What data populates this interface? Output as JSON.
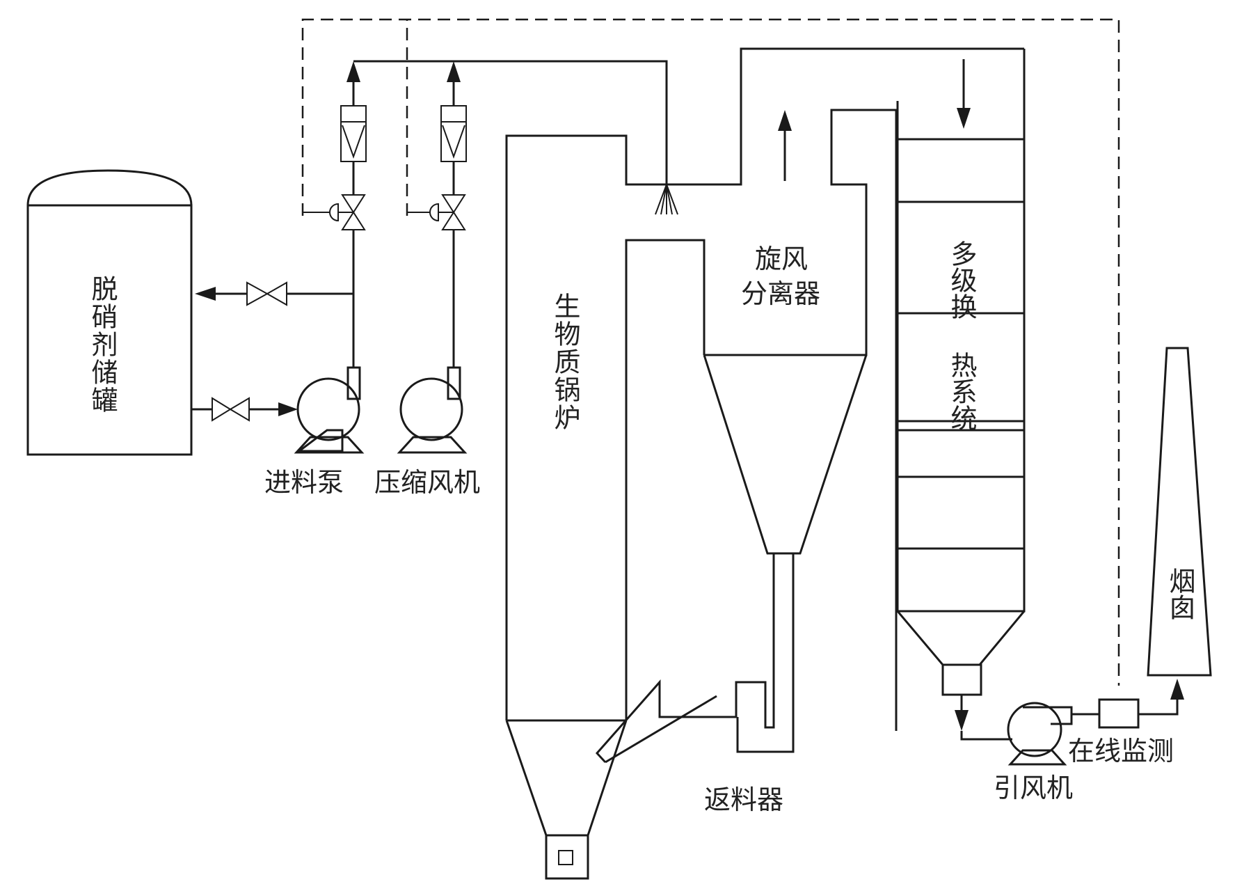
{
  "colors": {
    "stroke": "#1a1a1a",
    "text": "#222222",
    "background": "#ffffff"
  },
  "labels": {
    "tank": "脱硝剂储罐",
    "feed_pump": "进料泵",
    "compressor": "压缩风机",
    "boiler": "生物质锅炉",
    "cyclone_line1": "旋风",
    "cyclone_line2": "分离器",
    "heat_exchanger_top": "多级换",
    "heat_exchanger_bottom": "热系统",
    "chimney": "烟囱",
    "return_feeder": "返料器",
    "online_monitor": "在线监测",
    "induced_fan": "引风机"
  }
}
